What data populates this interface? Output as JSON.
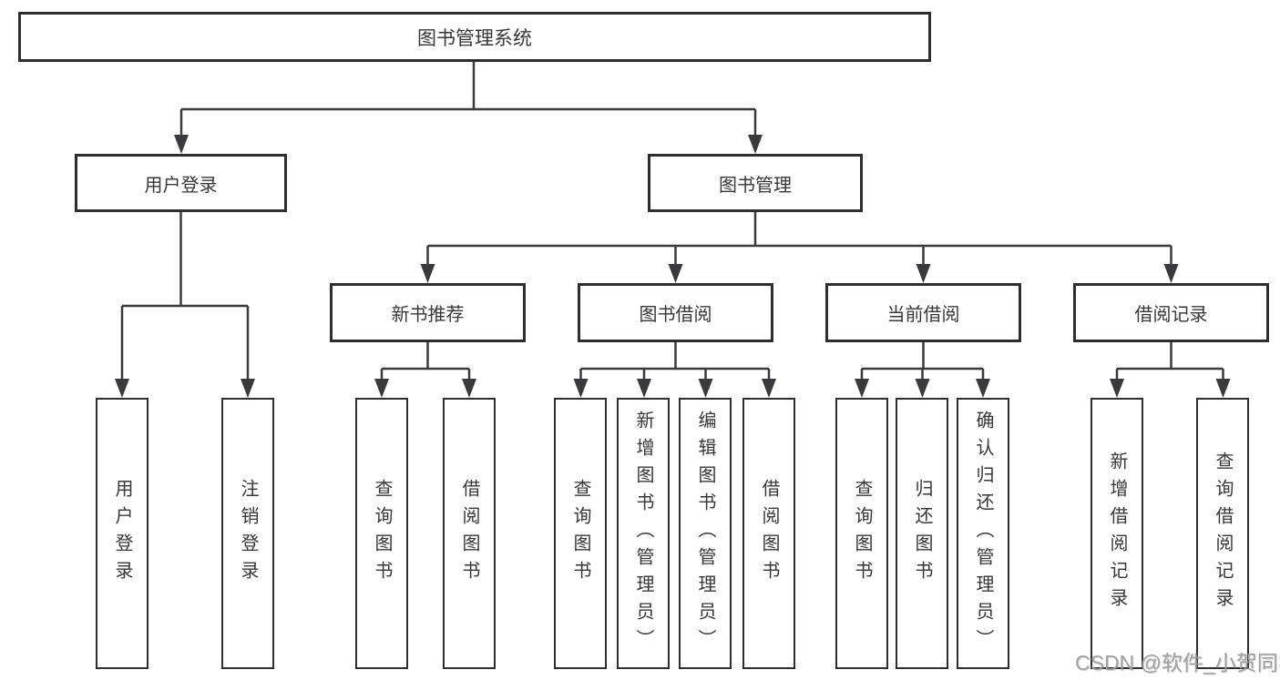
{
  "diagram": {
    "title": "图书管理系统",
    "root": {
      "label": "图书管理系统"
    },
    "branches": [
      {
        "label": "用户登录",
        "children": [
          {
            "label": "用户登录"
          },
          {
            "label": "注销登录"
          }
        ]
      },
      {
        "label": "图书管理",
        "children": [
          {
            "label": "新书推荐",
            "children": [
              {
                "label": "查询图书"
              },
              {
                "label": "借阅图书"
              }
            ]
          },
          {
            "label": "图书借阅",
            "children": [
              {
                "label": "查询图书"
              },
              {
                "label": "新增图书（管理员）"
              },
              {
                "label": "编辑图书（管理员）"
              },
              {
                "label": "借阅图书"
              }
            ]
          },
          {
            "label": "当前借阅",
            "children": [
              {
                "label": "查询图书"
              },
              {
                "label": "归还图书"
              },
              {
                "label": "确认归还（管理员）"
              }
            ]
          },
          {
            "label": "借阅记录",
            "children": [
              {
                "label": "新增借阅记录"
              },
              {
                "label": "查询借阅记录"
              }
            ]
          }
        ]
      }
    ]
  },
  "watermark": {
    "text": "CSDN @软件_小贺同学"
  },
  "colors": {
    "background": "#ffffff",
    "line": "#3a3a3c",
    "box_border": "#2e2e30",
    "text": "#373737",
    "watermark": "#9e9e9e"
  }
}
